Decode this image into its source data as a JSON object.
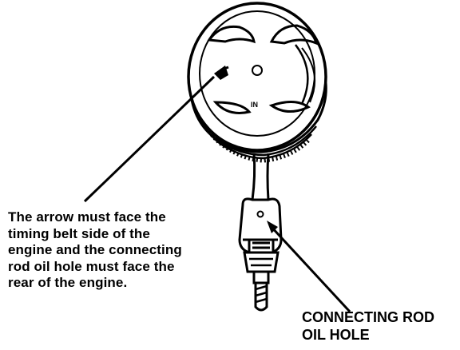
{
  "diagram": {
    "instruction_text": "The arrow must face the\ntiming belt side of the\nengine and the connecting\nrod oil hole must face the\nrear of the engine.",
    "oil_hole_label": "CONNECTING ROD\nOIL HOLE",
    "piston_mark": "IN"
  },
  "colors": {
    "ink": "#000000",
    "background": "#ffffff"
  }
}
